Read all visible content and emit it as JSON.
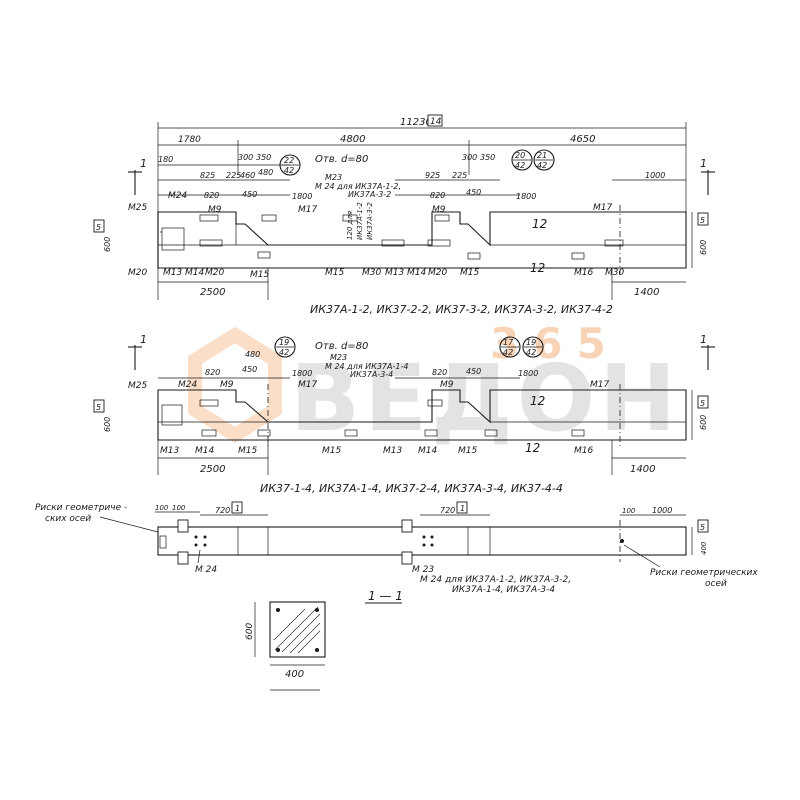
{
  "beam1": {
    "overall_length": "11230",
    "overall_tag": "14",
    "segments": [
      "1780",
      "4800",
      "4650"
    ],
    "subdims": [
      "180",
      "825",
      "225",
      "460",
      "300",
      "350",
      "1800",
      "925",
      "225",
      "300",
      "350",
      "820",
      "450",
      "480",
      "820",
      "450",
      "1800",
      "1000"
    ],
    "hole_note": "Отв. d=80",
    "circle_marks": [
      {
        "top": "22",
        "bottom": "42"
      },
      {
        "top": "20",
        "bottom": "42"
      },
      {
        "top": "21",
        "bottom": "42"
      }
    ],
    "rebar_labels": [
      "М25",
      "М24",
      "М9",
      "М17",
      "М23",
      "М9",
      "М17",
      "М13",
      "М14",
      "М20",
      "М15",
      "М15",
      "М30",
      "М13",
      "М14",
      "М20",
      "М15",
      "М16",
      "М30"
    ],
    "note_m24": "М 24 для ИК37А-1-2,",
    "note_m24b": "ИК37А-3-2",
    "bar_notes": [
      "120 для",
      "ИК37А-1-2",
      "ИК37А-3-2"
    ],
    "height": "600",
    "left_tag": "5",
    "right_tag": "5",
    "dim_bottom_left": "2500",
    "dim_bottom_right": "1400",
    "rebar_count": "12",
    "title": "ИК37А-1-2, ИК37-2-2, ИК37-3-2, ИК37А-3-2, ИК37-4-2"
  },
  "beam2": {
    "hole_note": "Отв. d=80",
    "circle_marks": [
      {
        "top": "19",
        "bottom": "42"
      },
      {
        "top": "17",
        "bottom": "42"
      },
      {
        "top": "19",
        "bottom": "42"
      }
    ],
    "subdims": [
      "480",
      "820",
      "450",
      "1800",
      "820",
      "450",
      "1800"
    ],
    "rebar_labels": [
      "М25",
      "М24",
      "М9",
      "М17",
      "М23",
      "М9",
      "М17",
      "М13",
      "М14",
      "М15",
      "М15",
      "М13",
      "М14",
      "М15",
      "М16"
    ],
    "note_m24": "М 24 для ИК37А-1-4",
    "note_m24b": "ИК37А-3-4",
    "height": "600",
    "left_tag": "5",
    "right_tag": "5",
    "dim_bottom_left": "2500",
    "dim_bottom_right": "1400",
    "rebar_count": "12",
    "title": "ИК37-1-4, ИК37А-1-4, ИК37-2-4, ИК37А-3-4, ИК37-4-4"
  },
  "plan": {
    "left_note_1": "Риски геометриче -",
    "left_note_2": "ских осей",
    "right_note_1": "Риски геометрических",
    "right_note_2": "осей",
    "dims": [
      "100",
      "100",
      "720",
      "720",
      "100",
      "1000"
    ],
    "tags": [
      "1",
      "1",
      "5"
    ],
    "label_left": "М 24",
    "label_m23": "М 23",
    "note_1": "М 24 для ИК37А-1-2, ИК37А-3-2,",
    "note_2": "ИК37А-1-4, ИК37А-3-4",
    "height": "400"
  },
  "section": {
    "title": "1 — 1",
    "height": "600",
    "width": "400"
  },
  "section_marker": "1",
  "watermark": {
    "brand": "ВЕДОН",
    "number": "365"
  }
}
